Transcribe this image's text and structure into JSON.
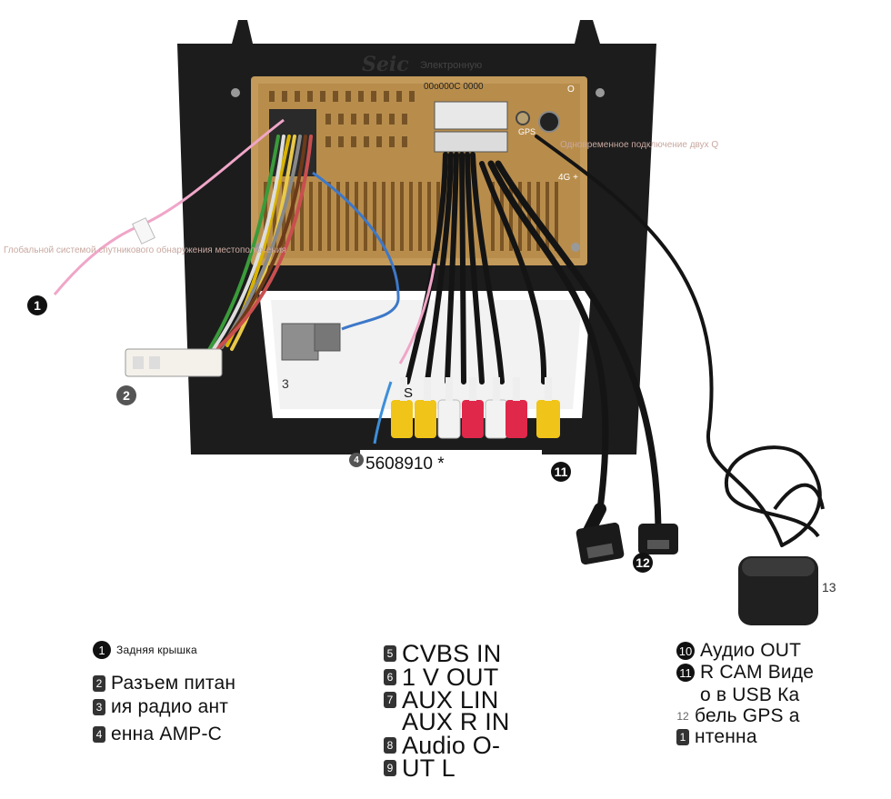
{
  "photo": {
    "brand": "Seic",
    "brand_sub": "Электронную",
    "board_code": "00o000C 0000",
    "gps_label": "Глобальной системой спутникового обнаружения местоположения",
    "sim_label": "Одновременное подключение двух Q",
    "port_gps": "GPS",
    "port_4g": "4G +",
    "port_o": "O",
    "tag_s": "S",
    "box_label": "5608910 *"
  },
  "callouts": {
    "c1": "1",
    "c2": "2",
    "c3": "3",
    "c4": "4",
    "c11": "11",
    "c12": "12",
    "c13": "13"
  },
  "legend": {
    "col1": [
      {
        "num": "1",
        "text": "Задняя крышка"
      },
      {
        "num": "2",
        "text": "Разъем питан"
      },
      {
        "num": "3",
        "text": "ия радио ант"
      },
      {
        "num": "4",
        "text": "енна AMP-C"
      }
    ],
    "col2": [
      {
        "num": "5",
        "text": "CVBS IN"
      },
      {
        "num": "6",
        "text": "1 V OUT"
      },
      {
        "num": "7",
        "text": "AUX LIN"
      },
      {
        "num": "",
        "text": "AUX R IN"
      },
      {
        "num": "8",
        "text": "Audio O-"
      },
      {
        "num": "9",
        "text": "UT L"
      }
    ],
    "col3": [
      {
        "num": "10",
        "text": "Аудио OUT"
      },
      {
        "num": "11",
        "text": "R CAM Виде"
      },
      {
        "num": "",
        "text": "о в USB Ка"
      },
      {
        "num": "12",
        "text": "бель GPS а"
      },
      {
        "num": "1",
        "text": "нтенна"
      }
    ]
  }
}
